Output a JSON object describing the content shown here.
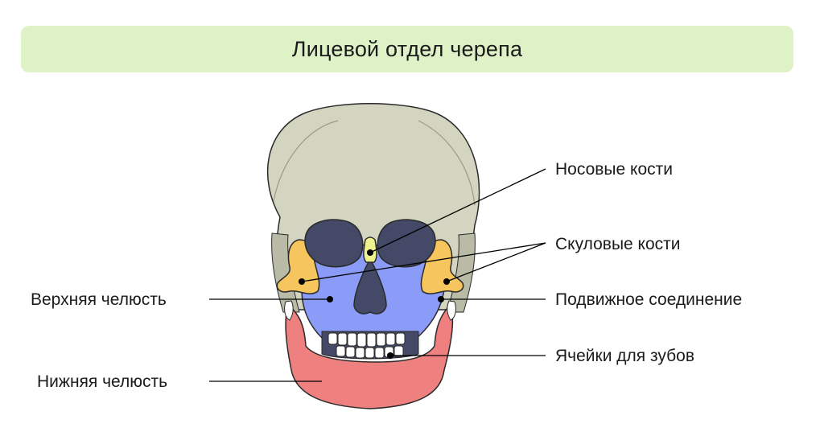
{
  "title": "Лицевой отдел черепа",
  "labels": {
    "nasal": "Носовые кости",
    "zygomatic": "Скуловые кости",
    "upper_jaw": "Верхняя челюсть",
    "movable_joint": "Подвижное соединение",
    "tooth_sockets": "Ячейки для зубов",
    "lower_jaw": "Нижняя челюсть"
  },
  "colors": {
    "title_bg": "#dff1c6",
    "cranium": "#d3d5c1",
    "maxilla": "#8a9cf7",
    "mandible": "#ef8080",
    "zygomatic": "#f7c55e",
    "nasal": "#eef28e",
    "orbits": "#434967",
    "outline": "#2a2a2a"
  }
}
